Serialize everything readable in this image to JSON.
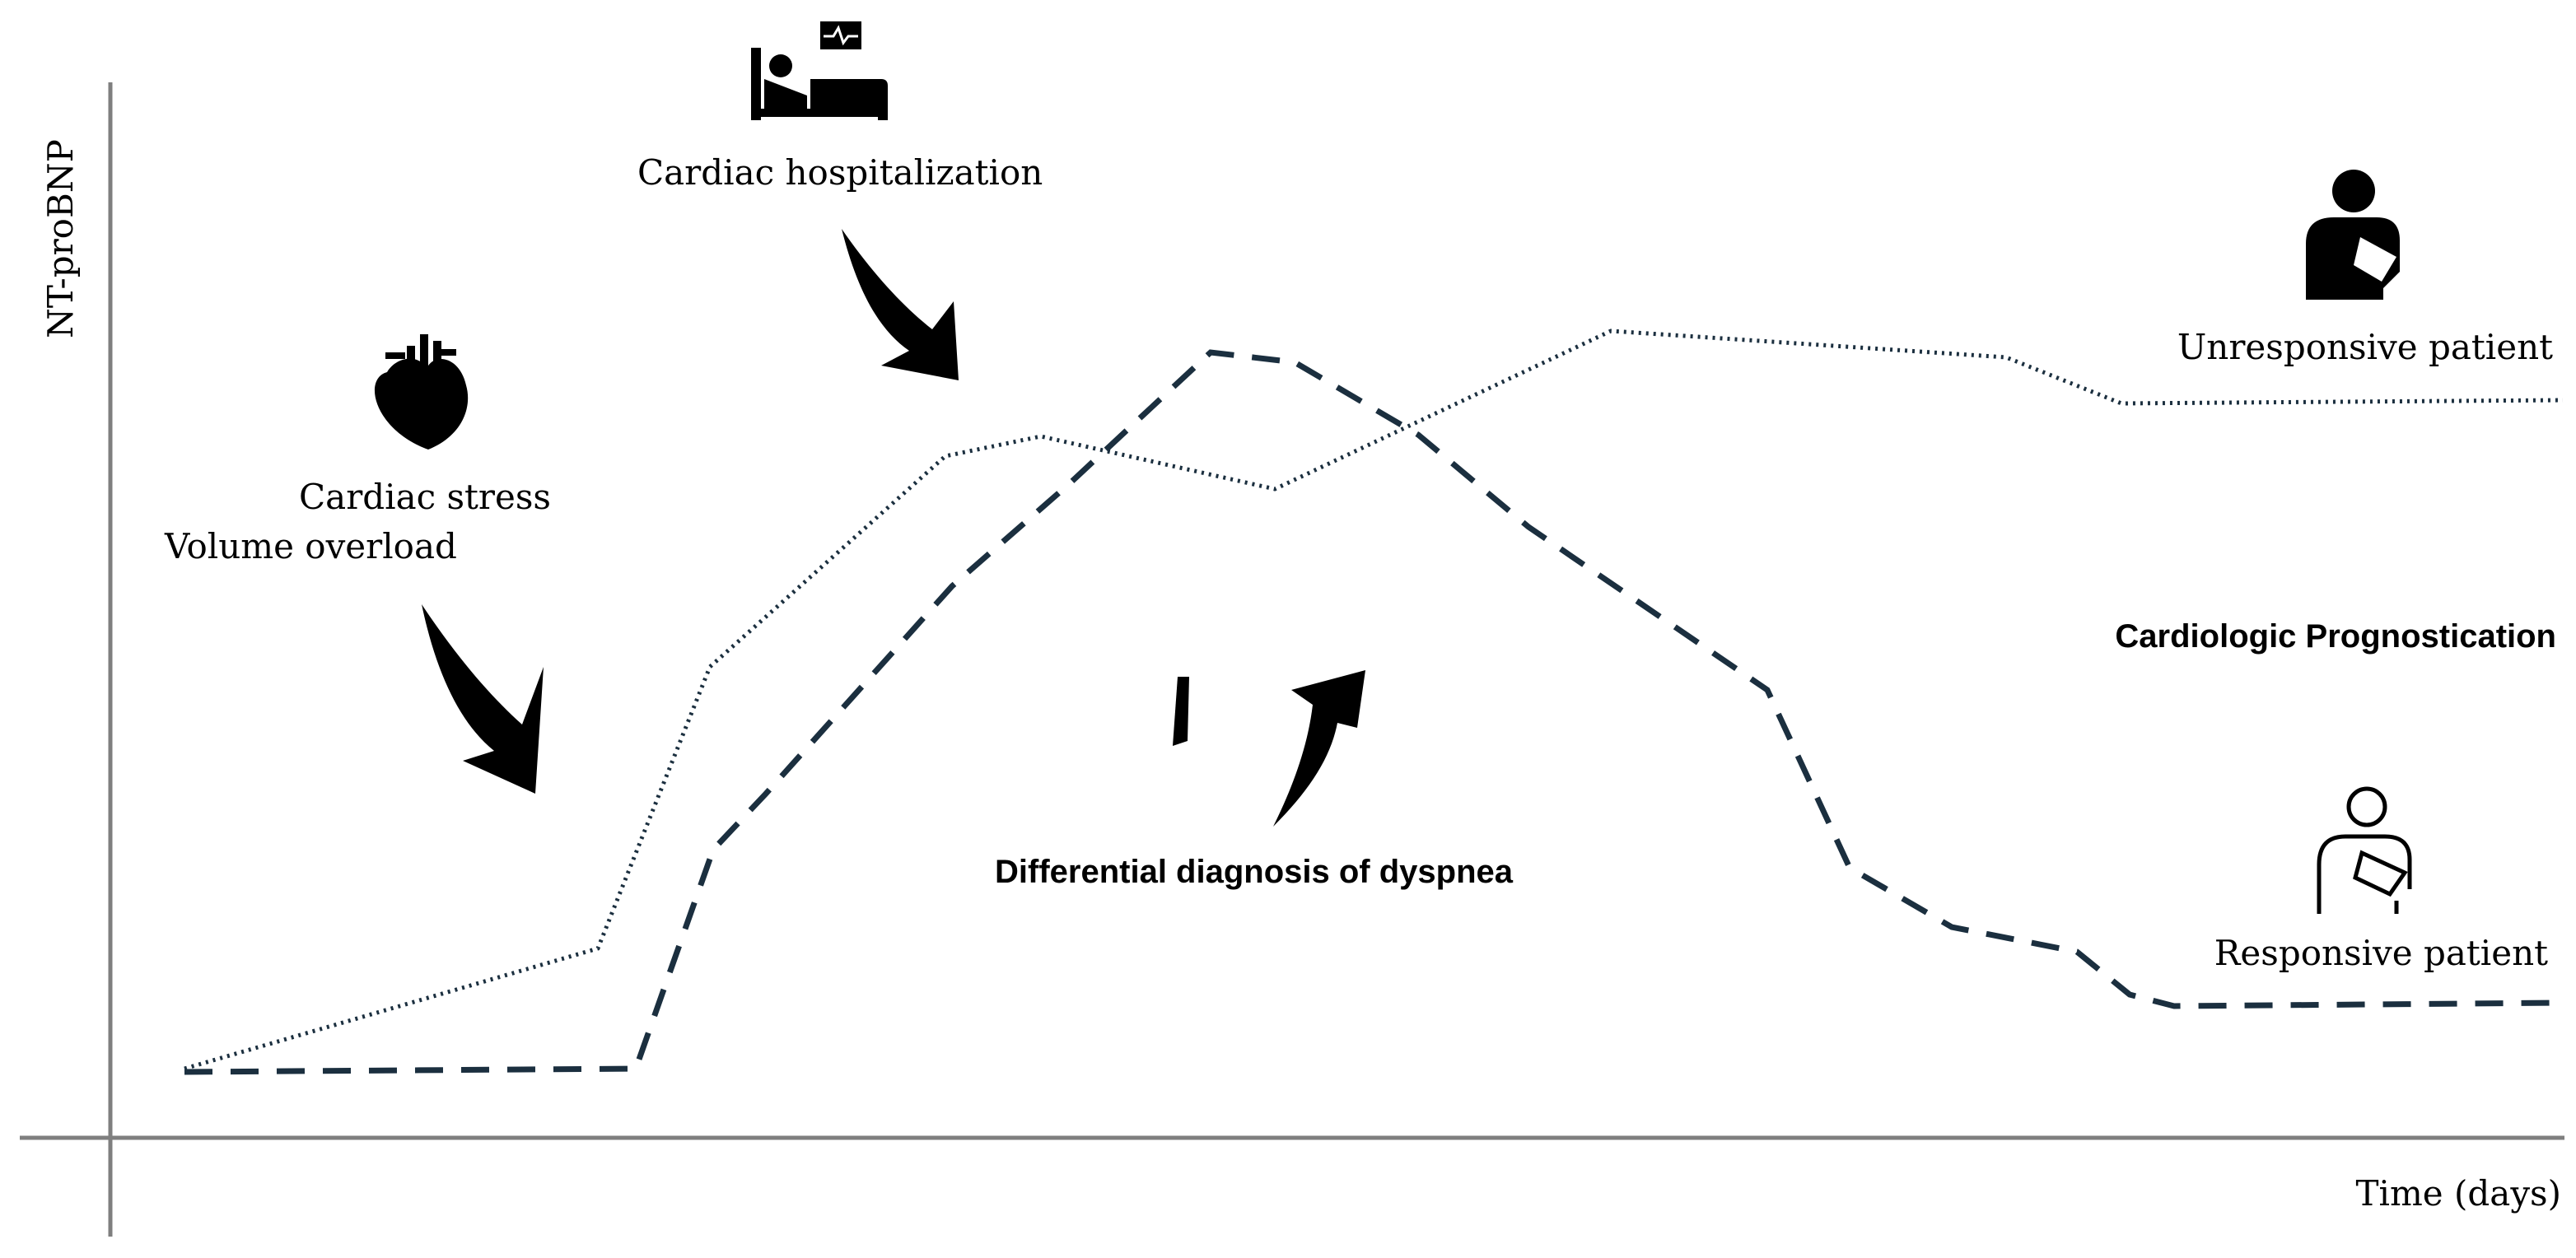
{
  "y_axis_label": "NT-proBNP",
  "x_axis_label": "Time (days)",
  "annotations": {
    "cardiac_stress": "Cardiac stress",
    "volume_overload": "Volume overload",
    "cardiac_hospitalization": "Cardiac hospitalization",
    "differential_diagnosis": "Differential diagnosis of dyspnea",
    "cardiologic_prognostication": "Cardiologic Prognostication"
  },
  "outcomes": {
    "unresponsive": "Unresponsive patient",
    "responsive": "Responsive patient"
  },
  "icons": [
    "heart-icon",
    "hospital-bed-icon",
    "patient-sling-icon",
    "patient-sling-outline-icon"
  ],
  "colors": {
    "axis": "#7f7f7f",
    "curve": "#1b2f3f"
  }
}
